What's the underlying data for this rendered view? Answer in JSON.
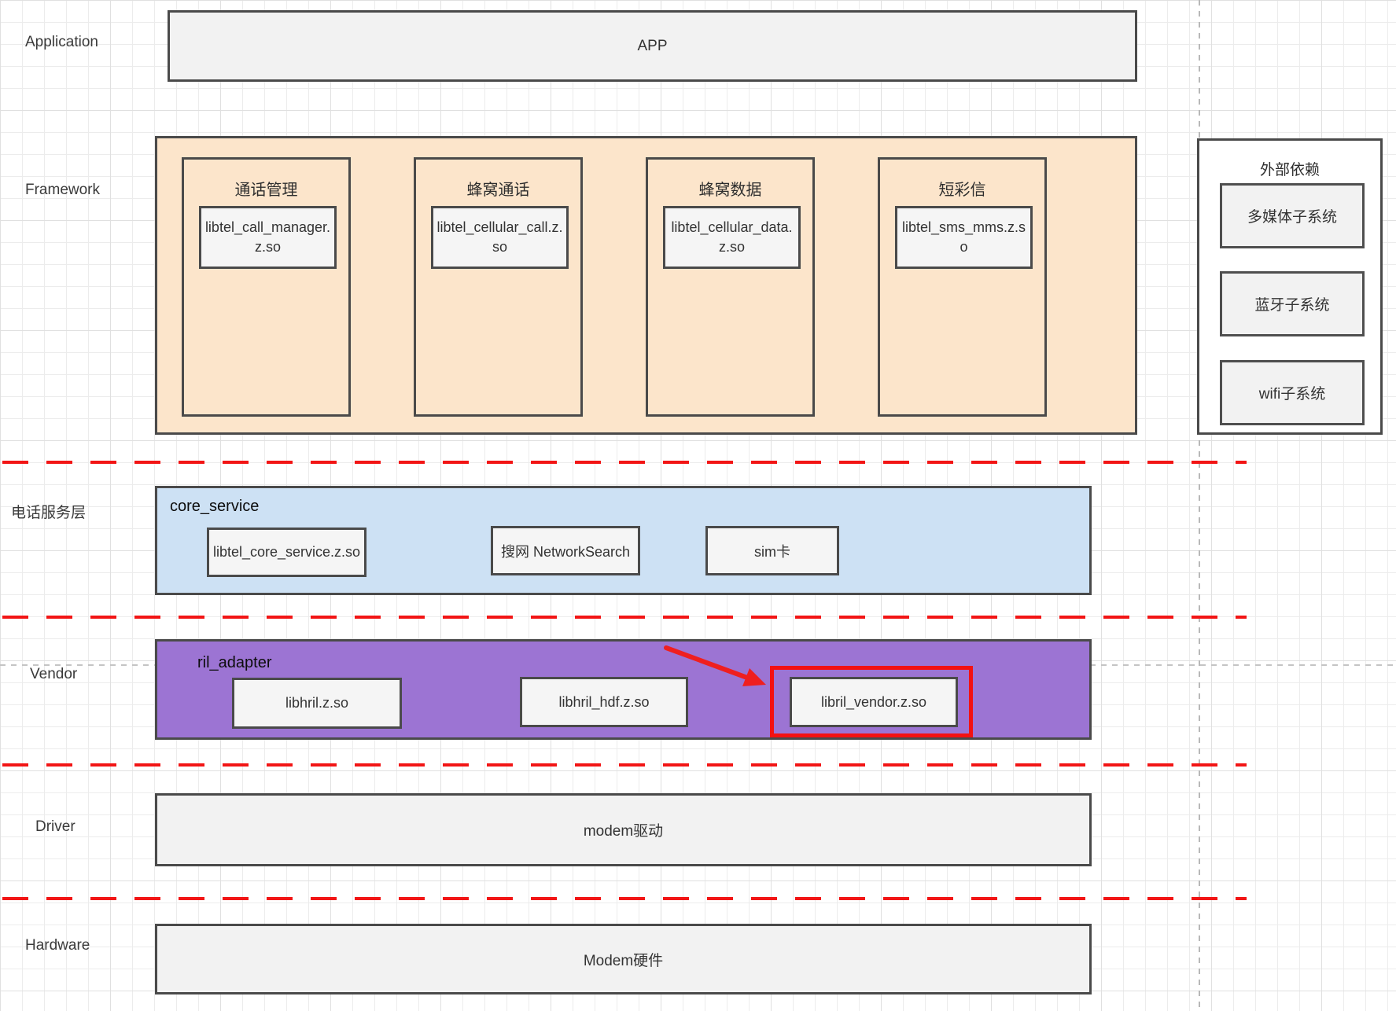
{
  "side_labels": {
    "application": "Application",
    "framework": "Framework",
    "telephony_service": "电话服务层",
    "vendor": "Vendor",
    "driver": "Driver",
    "hardware": "Hardware"
  },
  "app": {
    "label": "APP"
  },
  "framework": {
    "modules": [
      {
        "title": "通话管理",
        "lib": "libtel_call_manager.z.so"
      },
      {
        "title": "蜂窝通话",
        "lib": "libtel_cellular_call.z.so"
      },
      {
        "title": "蜂窝数据",
        "lib": "libtel_cellular_data.z.so"
      },
      {
        "title": "短彩信",
        "lib": "libtel_sms_mms.z.so"
      }
    ]
  },
  "core_service": {
    "label": "core_service",
    "items": [
      "libtel_core_service.z.so",
      "搜网 NetworkSearch",
      "sim卡"
    ]
  },
  "ril_adapter": {
    "label": "ril_adapter",
    "items": [
      "libhril.z.so",
      "libhril_hdf.z.so",
      "libril_vendor.z.so"
    ]
  },
  "driver": {
    "label": "modem驱动"
  },
  "hardware": {
    "label": "Modem硬件"
  },
  "external": {
    "title": "外部依赖",
    "items": [
      "多媒体子系统",
      "蓝牙子系统",
      "wifi子系统"
    ]
  },
  "colors": {
    "framework_fill": "#fce5cb",
    "core_service_fill": "#cde1f4",
    "ril_adapter_fill": "#9c74d3",
    "highlight_red": "#f21515",
    "chip_fill": "#f5f5f5",
    "layer_fill": "#f2f2f2",
    "border": "#4a4a4a"
  }
}
